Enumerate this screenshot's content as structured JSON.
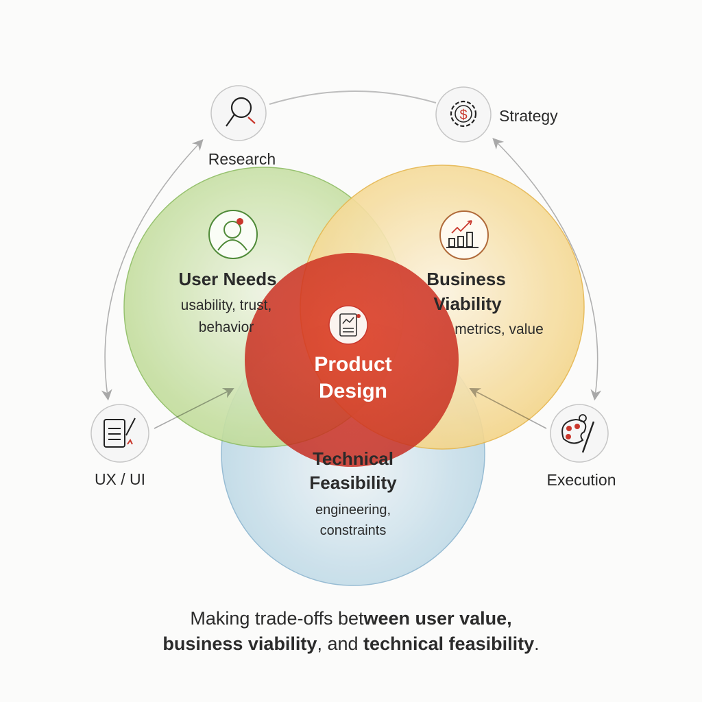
{
  "nodes": {
    "research": {
      "label": "Research",
      "icon": "magnifier-icon"
    },
    "strategy": {
      "label": "Strategy",
      "icon": "gear-dollar-icon"
    },
    "ux_ui": {
      "label": "UX / UI",
      "icon": "document-pen-icon"
    },
    "execution": {
      "label": "Execution",
      "icon": "palette-brush-icon"
    }
  },
  "circles": {
    "user_needs": {
      "title": "User Needs",
      "sub1": "usability, trust,",
      "sub2": "behavior",
      "color": "#b5d98a"
    },
    "business": {
      "title1": "Business",
      "title2": "Viability",
      "sub1": "metrics, value",
      "color": "#f6d98a"
    },
    "technical": {
      "title1": "Technical",
      "title2": "Feasibility",
      "sub1": "engineering,",
      "sub2": "constraints",
      "color": "#b9d8ec"
    },
    "product": {
      "title1": "Product",
      "title2": "Design",
      "color": "#d92b20"
    }
  },
  "caption": {
    "p1": "Making trade-offs bet",
    "p2": "ween user value,",
    "p3": "business viability",
    "p4": ", and ",
    "p5": "technical feasibility",
    "p6": "."
  },
  "colors": {
    "accent": "#c9372c",
    "arrow": "#a8a8a8"
  }
}
